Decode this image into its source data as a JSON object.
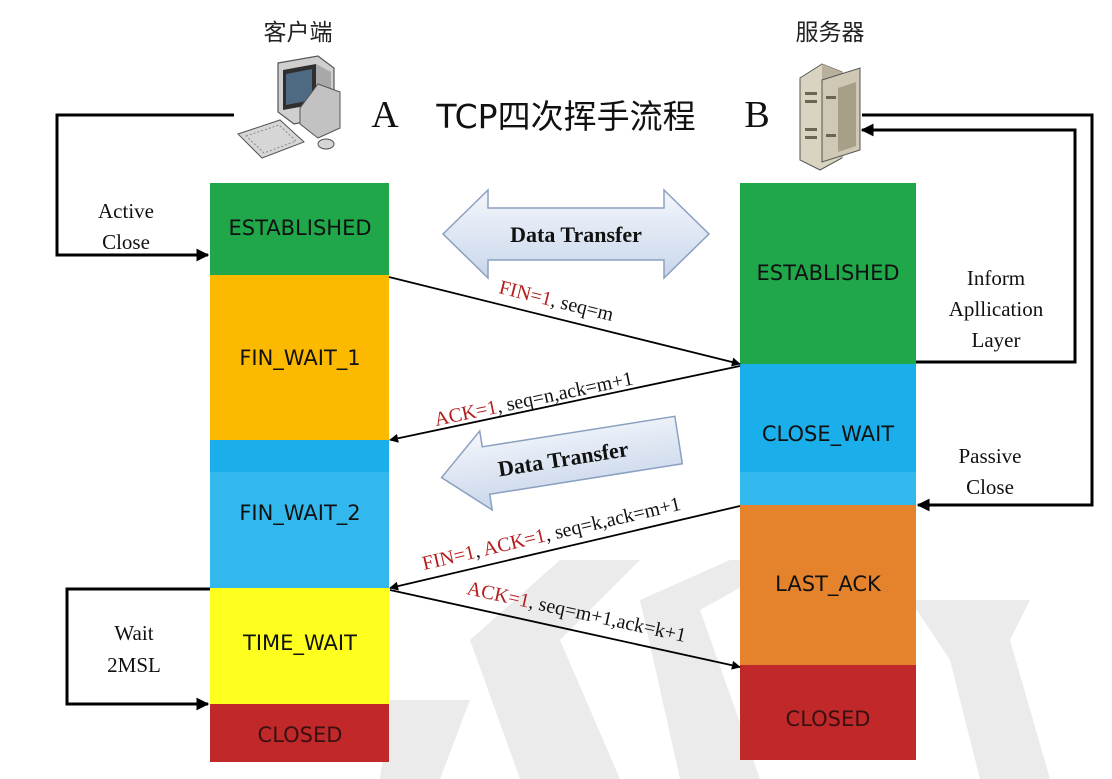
{
  "client": {
    "name": "客户端",
    "letter": "A"
  },
  "server": {
    "name": "服务器",
    "letter": "B"
  },
  "title": "TCP四次挥手流程",
  "client_states": {
    "established": "ESTABLISHED",
    "fin_wait_1": "FIN_WAIT_1",
    "fin_wait_2": "FIN_WAIT_2",
    "time_wait": "TIME_WAIT",
    "closed": "CLOSED"
  },
  "server_states": {
    "established": "ESTABLISHED",
    "close_wait": "CLOSE_WAIT",
    "last_ack": "LAST_ACK",
    "closed": "CLOSED"
  },
  "data_transfer": "Data Transfer",
  "messages": {
    "m1": {
      "flag": "FIN=1",
      "rest": ", seq=m"
    },
    "m2": {
      "flag": "ACK=1",
      "rest": ", seq=n,ack=m+1"
    },
    "m3": {
      "flag1": "FIN=1",
      "sep": ", ",
      "flag2": "ACK=1",
      "rest": ", seq=k,ack=m+1"
    },
    "m4": {
      "flag": "ACK=1",
      "rest": ", seq=m+1,ack=k+1"
    }
  },
  "side_labels": {
    "active": [
      "Active",
      "Close"
    ],
    "inform": [
      "Inform",
      "Apllication",
      "Layer"
    ],
    "passive": [
      "Passive",
      "Close"
    ],
    "wait": [
      "Wait",
      "2MSL"
    ]
  },
  "colors": {
    "established": "#1fa74a",
    "fin_wait_1": "#fbba00",
    "blue": "#1aaeeb",
    "fin_wait_2": "#33b8ee",
    "time_wait": "#ffff1f",
    "closed": "#c0282a",
    "last_ack": "#e5822c",
    "flag_red": "#b31d1d"
  }
}
